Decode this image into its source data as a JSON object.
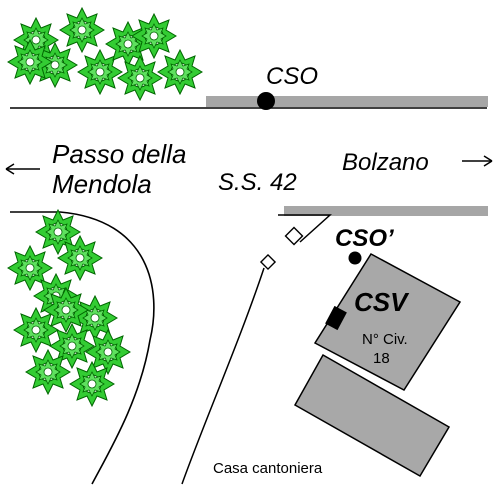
{
  "labels": {
    "cso": "CSO",
    "cso_prime": "CSO’",
    "csv": "CSV",
    "civic_line1": "N° Civ.",
    "civic_line2": "18",
    "passo_line1": "Passo della",
    "passo_line2": "Mendola",
    "road": "S.S. 42",
    "bolzano": "Bolzano",
    "casa": "Casa cantoniera"
  },
  "colors": {
    "road_bar": "#a6a6a6",
    "building_fill": "#a8a8a8",
    "tree_fill": "#33cc33",
    "tree_stroke": "#006600",
    "line": "#000000"
  },
  "icons": {
    "arrow_left": "arrow-left-icon",
    "arrow_right": "arrow-right-icon",
    "tree": "tree-icon"
  }
}
